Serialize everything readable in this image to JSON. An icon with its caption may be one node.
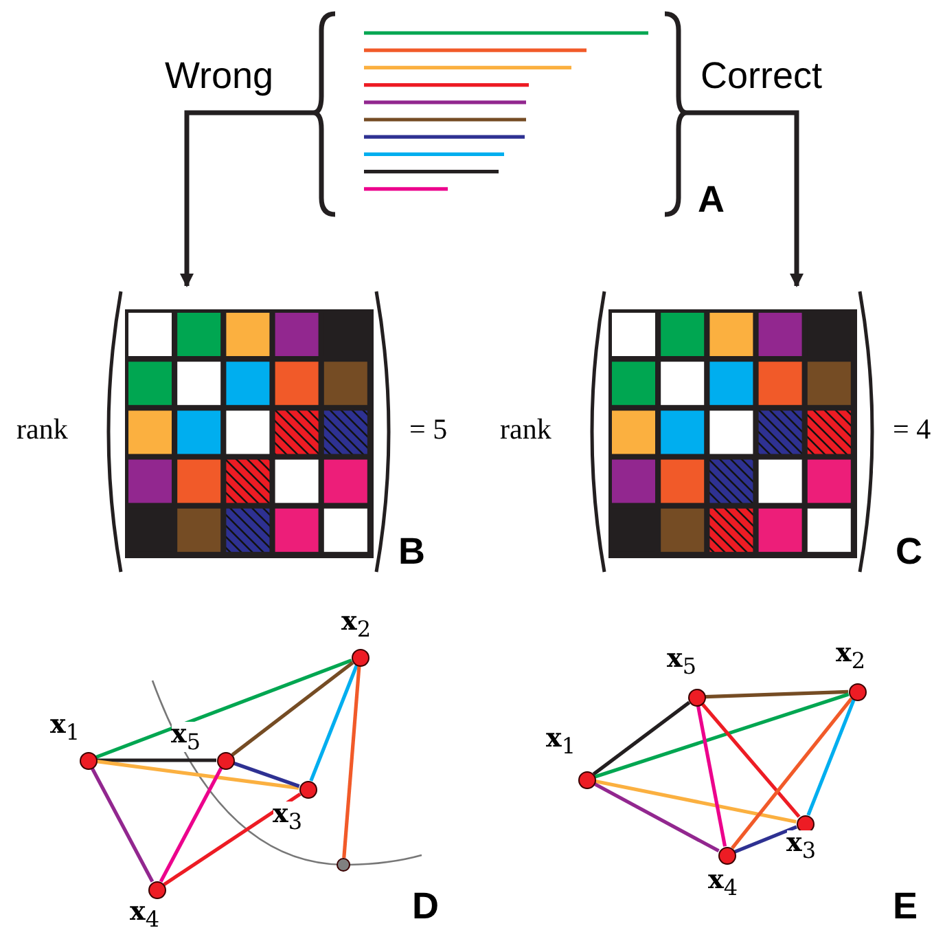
{
  "diagram": {
    "nodes": [
      {
        "text": [],
        "shape": "picture",
        "beside": [
          "A"
        ]
      },
      {
        "text": [],
        "shape": "picture",
        "beside": [
          "rank",
          "= 5",
          "B"
        ]
      },
      {
        "text": [],
        "shape": "picture",
        "beside": [
          "rank",
          "= 4",
          "C"
        ]
      },
      {
        "text": [
          "**x**$_{1}$"
        ]
      },
      {
        "text": [
          "**x**$_{2}$"
        ]
      },
      {
        "text": [
          "**x**$_{3}$"
        ]
      },
      {
        "text": [
          "**x**$_{4}$"
        ]
      },
      {
        "text": [
          "**x**$_{5}$"
        ]
      },
      {
        "text": [],
        "shape": "circle"
      },
      {
        "text": [
          "**x**$_{1}$"
        ]
      },
      {
        "text": [
          "**x**$_{2}$"
        ]
      },
      {
        "text": [
          "**x**$_{3}$"
        ]
      },
      {
        "text": [
          "**x**$_{4}$"
        ]
      },
      {
        "text": [
          "**x**$_{5}$"
        ]
      }
    ],
    "edges": [
      {
        "from": 0,
        "to": 1,
        "arrow": "to",
        "label": "Wrong"
      },
      {
        "from": 0,
        "to": 2,
        "arrow": "to",
        "label": "Correct"
      },
      {
        "from": 3,
        "to": 4,
        "arrow": "none",
        "color": "#00a651"
      },
      {
        "from": 4,
        "to": 7,
        "arrow": "none",
        "color": "#754c24"
      },
      {
        "from": 3,
        "to": 7,
        "arrow": "none",
        "color": "#231f20"
      },
      {
        "from": 3,
        "to": 5,
        "arrow": "none",
        "color": "#fbb040"
      },
      {
        "from": 7,
        "to": 5,
        "arrow": "none",
        "color": "#2e3192"
      },
      {
        "from": 4,
        "to": 5,
        "arrow": "none",
        "color": "#00aeef"
      },
      {
        "from": 4,
        "to": 8,
        "arrow": "none",
        "color": "#f15a29"
      },
      {
        "from": 3,
        "to": 6,
        "arrow": "none",
        "color": "#92278f"
      },
      {
        "from": 7,
        "to": 6,
        "arrow": "none",
        "color": "#ec008c"
      },
      {
        "from": 6,
        "to": 5,
        "arrow": "none",
        "color": "#ed1c24"
      },
      {
        "from": 13,
        "to": 10,
        "arrow": "none",
        "color": "#754c24"
      },
      {
        "from": 9,
        "to": 13,
        "arrow": "none",
        "color": "#231f20"
      },
      {
        "from": 9,
        "to": 10,
        "arrow": "none",
        "color": "#00a651"
      },
      {
        "from": 9,
        "to": 11,
        "arrow": "none",
        "color": "#fbb040"
      },
      {
        "from": 9,
        "to": 12,
        "arrow": "none",
        "color": "#92278f"
      },
      {
        "from": 13,
        "to": 12,
        "arrow": "none",
        "color": "#ec008c"
      },
      {
        "from": 13,
        "to": 11,
        "arrow": "none",
        "color": "#ed1c24"
      },
      {
        "from": 12,
        "to": 10,
        "arrow": "none",
        "color": "#f15a29"
      },
      {
        "from": 10,
        "to": 11,
        "arrow": "none",
        "color": "#00aeef"
      },
      {
        "from": 12,
        "to": 11,
        "arrow": "none",
        "color": "#2e3192"
      }
    ],
    "labels": [
      "D",
      "E"
    ]
  }
}
